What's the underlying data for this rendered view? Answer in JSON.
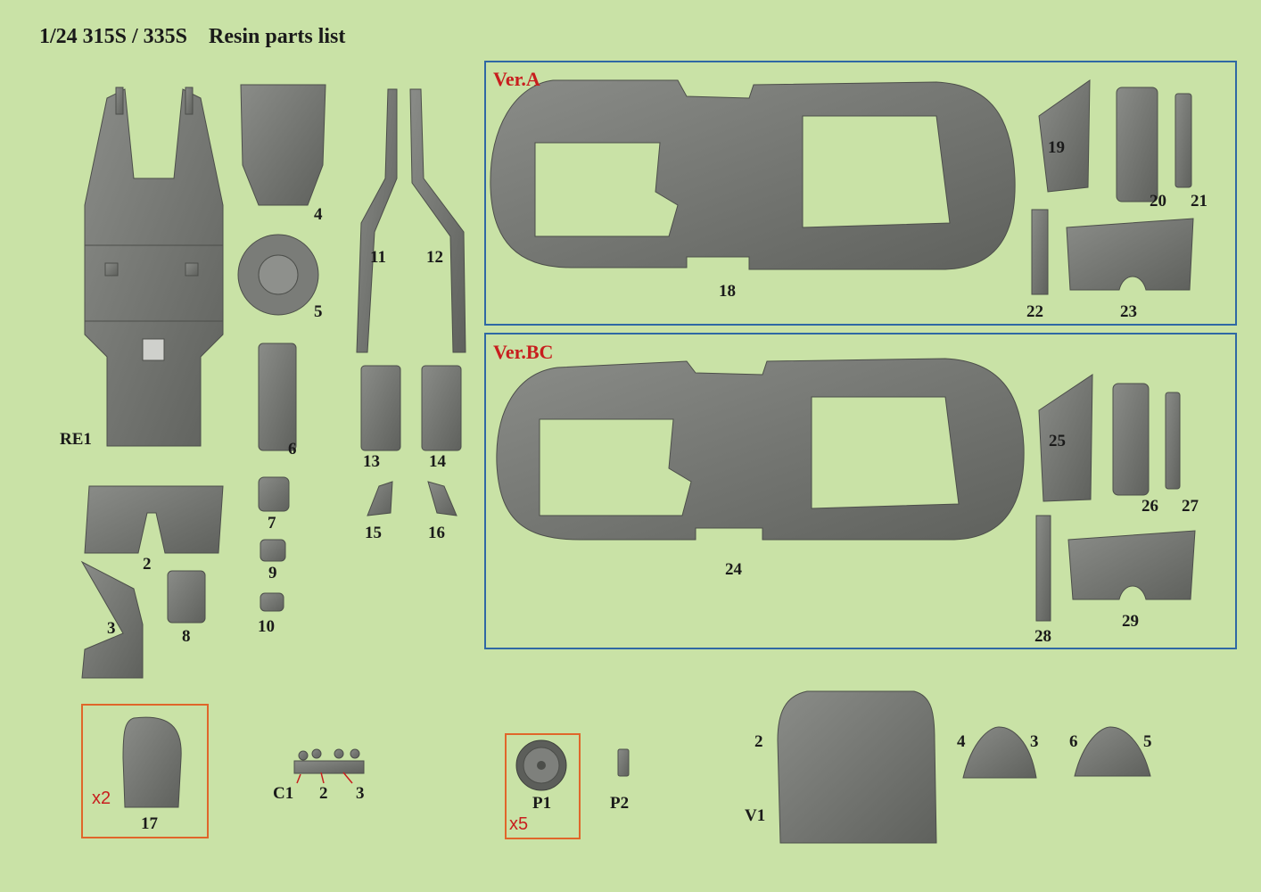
{
  "title": "1/24 315S / 335S    Resin parts list",
  "sections": {
    "ver_a": "Ver.A",
    "ver_bc": "Ver.BC"
  },
  "labels": {
    "p4": "4",
    "p5": "5",
    "p6": "6",
    "p7": "7",
    "p9": "9",
    "p10": "10",
    "p11": "11",
    "p12": "12",
    "p13": "13",
    "p14": "14",
    "p15": "15",
    "p16": "16",
    "re1": "RE1",
    "p2": "2",
    "p3": "3",
    "p8": "8",
    "p17": "17",
    "p18": "18",
    "p19": "19",
    "p20": "20",
    "p21": "21",
    "p22": "22",
    "p23": "23",
    "p24": "24",
    "p25": "25",
    "p26": "26",
    "p27": "27",
    "p28": "28",
    "p29": "29",
    "c1": "C1",
    "c1_2": "2",
    "c1_3": "3",
    "pp1": "P1",
    "pp2": "P2",
    "v1": "V1",
    "v1_2": "2",
    "v1_3": "3",
    "v1_4": "4",
    "v1_5": "5",
    "v1_6": "6"
  },
  "quantities": {
    "seat": "x2",
    "wheel": "x5"
  },
  "colors": {
    "background": "#c9e2a6",
    "part": "#6e706c",
    "frame_blue": "#2f68a4",
    "frame_orange": "#e0662a",
    "accent_red": "#c81e1e"
  }
}
